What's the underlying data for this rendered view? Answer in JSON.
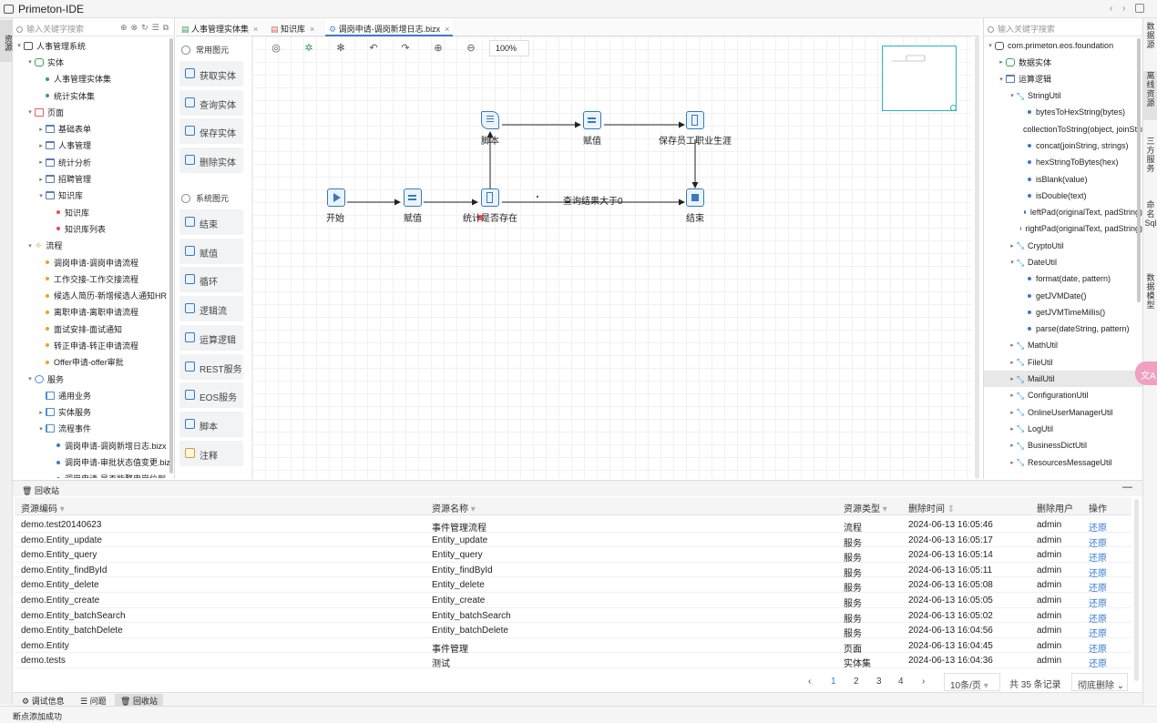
{
  "app": {
    "title": "Primeton-IDE"
  },
  "left_rail": {
    "tab": "资源"
  },
  "right_rail": {
    "tabs": [
      "数据源",
      "离线资源",
      "三方服务",
      "命名Sql",
      "数据模型"
    ]
  },
  "left_panel": {
    "search_placeholder": "输入关键字搜索",
    "tree": [
      {
        "label": "人事管理系统",
        "icon": "project-icon",
        "level": 0,
        "arrow": "▾"
      },
      {
        "label": "实体",
        "icon": "database-icon",
        "level": 1,
        "arrow": "▾"
      },
      {
        "label": "人事管理实体集",
        "icon": "dot-green",
        "level": 2,
        "arrow": ""
      },
      {
        "label": "统计实体集",
        "icon": "dot-green",
        "level": 2,
        "arrow": ""
      },
      {
        "label": "页面",
        "icon": "page-icon",
        "level": 1,
        "arrow": "▾"
      },
      {
        "label": "基础表单",
        "icon": "folder-icon",
        "level": 2,
        "arrow": "▸"
      },
      {
        "label": "人事管理",
        "icon": "folder-icon",
        "level": 2,
        "arrow": "▸"
      },
      {
        "label": "统计分析",
        "icon": "folder-icon",
        "level": 2,
        "arrow": "▸"
      },
      {
        "label": "招聘管理",
        "icon": "folder-icon",
        "level": 2,
        "arrow": "▸"
      },
      {
        "label": "知识库",
        "icon": "folder-icon",
        "level": 2,
        "arrow": "▾"
      },
      {
        "label": "知识库",
        "icon": "dot-red",
        "level": 3,
        "arrow": ""
      },
      {
        "label": "知识库列表",
        "icon": "dot-red",
        "level": 3,
        "arrow": ""
      },
      {
        "label": "流程",
        "icon": "flow-icon",
        "level": 1,
        "arrow": "▾"
      },
      {
        "label": "调岗申请-调岗申请流程",
        "icon": "dot-orange",
        "level": 2,
        "arrow": ""
      },
      {
        "label": "工作交接-工作交接流程",
        "icon": "dot-orange",
        "level": 2,
        "arrow": ""
      },
      {
        "label": "候选人简历-新增候选人通知HR",
        "icon": "dot-orange",
        "level": 2,
        "arrow": ""
      },
      {
        "label": "离职申请-离职申请流程",
        "icon": "dot-orange",
        "level": 2,
        "arrow": ""
      },
      {
        "label": "面试安排-面试通知",
        "icon": "dot-orange",
        "level": 2,
        "arrow": ""
      },
      {
        "label": "转正申请-转正申请流程",
        "icon": "dot-orange",
        "level": 2,
        "arrow": ""
      },
      {
        "label": "Offer申请-offer审批",
        "icon": "dot-orange",
        "level": 2,
        "arrow": ""
      },
      {
        "label": "服务",
        "icon": "service-icon",
        "level": 1,
        "arrow": "▾"
      },
      {
        "label": "通用业务",
        "icon": "network-icon",
        "level": 2,
        "arrow": ""
      },
      {
        "label": "实体服务",
        "icon": "network-icon",
        "level": 2,
        "arrow": "▸"
      },
      {
        "label": "流程事件",
        "icon": "network-icon",
        "level": 2,
        "arrow": "▾"
      },
      {
        "label": "调岗申请-调岗新增日志.bizx",
        "icon": "dot-blue",
        "level": 3,
        "arrow": ""
      },
      {
        "label": "调岗申请-审批状态值变更.biz",
        "icon": "dot-blue",
        "level": 3,
        "arrow": ""
      },
      {
        "label": "调岗申请-是否能整申岗位到",
        "icon": "dot-blue",
        "level": 3,
        "arrow": ""
      }
    ]
  },
  "editor": {
    "tabs": [
      {
        "label": "人事管理实体集",
        "active": false
      },
      {
        "label": "知识库",
        "active": false
      },
      {
        "label": "调岗申请-调岗新增日志.bizx",
        "active": true
      }
    ],
    "zoom": "100%"
  },
  "palette": {
    "common_header": "常用图元",
    "common": [
      "获取实体",
      "查询实体",
      "保存实体",
      "删除实体"
    ],
    "system_header": "系统图元",
    "system": [
      "结束",
      "赋值",
      "循环",
      "逻辑流",
      "运算逻辑",
      "REST服务",
      "EOS服务",
      "脚本",
      "注释"
    ]
  },
  "diagram": {
    "nodes": {
      "start": "开始",
      "assign1": "赋值",
      "check": "统计是否存在",
      "script": "脚本",
      "assign2": "赋值",
      "save": "保存员工职业生涯",
      "end": "结束"
    },
    "edge_label": "查询结果大于0"
  },
  "right_panel": {
    "search_placeholder": "输入关键字搜索",
    "tree": [
      {
        "label": "com.primeton.eos.foundation",
        "icon": "package-icon",
        "level": 0,
        "arrow": "▾"
      },
      {
        "label": "数据实体",
        "icon": "database-icon",
        "level": 1,
        "arrow": "▸"
      },
      {
        "label": "运算逻辑",
        "icon": "logic-icon",
        "level": 1,
        "arrow": "▾"
      },
      {
        "label": "StringUtil",
        "icon": "class-icon",
        "level": 2,
        "arrow": "▾"
      },
      {
        "label": "bytesToHexString(bytes)",
        "icon": "dot-blue",
        "level": 3,
        "arrow": ""
      },
      {
        "label": "collectionToString(object, joinString)",
        "icon": "dot-blue",
        "level": 3,
        "arrow": ""
      },
      {
        "label": "concat(joinString, strings)",
        "icon": "dot-blue",
        "level": 3,
        "arrow": ""
      },
      {
        "label": "hexStringToBytes(hex)",
        "icon": "dot-blue",
        "level": 3,
        "arrow": ""
      },
      {
        "label": "isBlank(value)",
        "icon": "dot-blue",
        "level": 3,
        "arrow": ""
      },
      {
        "label": "isDouble(text)",
        "icon": "dot-blue",
        "level": 3,
        "arrow": ""
      },
      {
        "label": "leftPad(originalText, padString)",
        "icon": "dot-blue",
        "level": 3,
        "arrow": ""
      },
      {
        "label": "rightPad(originalText, padString)",
        "icon": "dot-blue",
        "level": 3,
        "arrow": ""
      },
      {
        "label": "CryptoUtil",
        "icon": "class-icon",
        "level": 2,
        "arrow": "▸"
      },
      {
        "label": "DateUtil",
        "icon": "class-icon",
        "level": 2,
        "arrow": "▾"
      },
      {
        "label": "format(date, pattern)",
        "icon": "dot-blue",
        "level": 3,
        "arrow": ""
      },
      {
        "label": "getJVMDate()",
        "icon": "dot-blue",
        "level": 3,
        "arrow": ""
      },
      {
        "label": "getJVMTimeMillis()",
        "icon": "dot-blue",
        "level": 3,
        "arrow": ""
      },
      {
        "label": "parse(dateString, pattern)",
        "icon": "dot-blue",
        "level": 3,
        "arrow": ""
      },
      {
        "label": "MathUtil",
        "icon": "class-icon",
        "level": 2,
        "arrow": "▸"
      },
      {
        "label": "FileUtil",
        "icon": "class-icon",
        "level": 2,
        "arrow": "▸"
      },
      {
        "label": "MailUtil",
        "icon": "class-icon",
        "level": 2,
        "arrow": "▸",
        "selected": true
      },
      {
        "label": "ConfigurationUtil",
        "icon": "class-icon",
        "level": 2,
        "arrow": "▸"
      },
      {
        "label": "OnlineUserManagerUtil",
        "icon": "class-icon",
        "level": 2,
        "arrow": "▸"
      },
      {
        "label": "LogUtil",
        "icon": "class-icon",
        "level": 2,
        "arrow": "▸"
      },
      {
        "label": "BusinessDictUtil",
        "icon": "class-icon",
        "level": 2,
        "arrow": "▸"
      },
      {
        "label": "ResourcesMessageUtil",
        "icon": "class-icon",
        "level": 2,
        "arrow": "▸"
      }
    ]
  },
  "recycle": {
    "title": "回收站",
    "columns": [
      "资源编码",
      "资源名称",
      "资源类型",
      "删除时间",
      "删除用户",
      "操作"
    ],
    "rows": [
      [
        "demo.test20140623",
        "事件管理流程",
        "流程",
        "2024-06-13 16:05:46",
        "admin",
        "还原"
      ],
      [
        "demo.Entity_update",
        "Entity_update",
        "服务",
        "2024-06-13 16:05:17",
        "admin",
        "还原"
      ],
      [
        "demo.Entity_query",
        "Entity_query",
        "服务",
        "2024-06-13 16:05:14",
        "admin",
        "还原"
      ],
      [
        "demo.Entity_findById",
        "Entity_findById",
        "服务",
        "2024-06-13 16:05:11",
        "admin",
        "还原"
      ],
      [
        "demo.Entity_delete",
        "Entity_delete",
        "服务",
        "2024-06-13 16:05:08",
        "admin",
        "还原"
      ],
      [
        "demo.Entity_create",
        "Entity_create",
        "服务",
        "2024-06-13 16:05:05",
        "admin",
        "还原"
      ],
      [
        "demo.Entity_batchSearch",
        "Entity_batchSearch",
        "服务",
        "2024-06-13 16:05:02",
        "admin",
        "还原"
      ],
      [
        "demo.Entity_batchDelete",
        "Entity_batchDelete",
        "服务",
        "2024-06-13 16:04:56",
        "admin",
        "还原"
      ],
      [
        "demo.Entity",
        "事件管理",
        "页面",
        "2024-06-13 16:04:45",
        "admin",
        "还原"
      ],
      [
        "demo.tests",
        "测试",
        "实体集",
        "2024-06-13 16:04:36",
        "admin",
        "还原"
      ]
    ],
    "pager": {
      "pages": [
        "1",
        "2",
        "3",
        "4"
      ],
      "current": "1",
      "page_size": "10条/页",
      "total": "共 35 条记录",
      "purge": "彻底删除"
    }
  },
  "bottom_tabs": [
    "调试信息",
    "问题",
    "回收站"
  ],
  "status": {
    "message": "断点添加成功"
  },
  "floater": {
    "label": "文A"
  }
}
